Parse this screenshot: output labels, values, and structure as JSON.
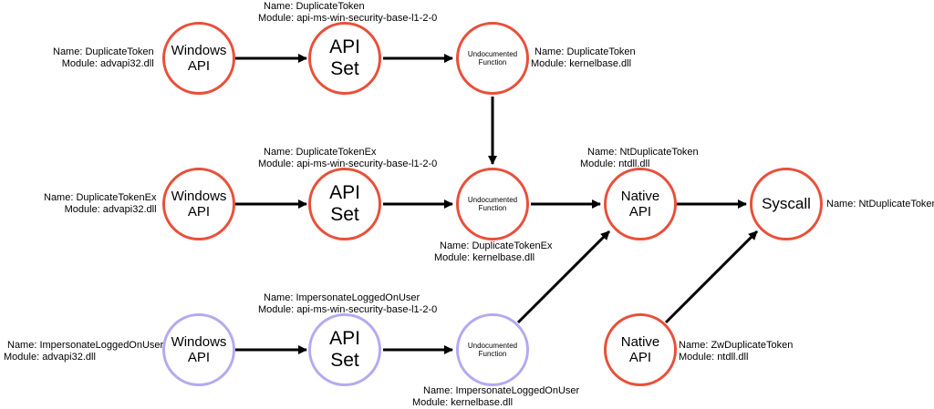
{
  "colors": {
    "red": "#e8503a",
    "purple": "#b4aaf0",
    "arrow": "#000000"
  },
  "nodes": {
    "win1": {
      "label": "Windows\nAPI"
    },
    "set1": {
      "label": "API\nSet"
    },
    "und1": {
      "label": "Undocumented\nFunction"
    },
    "win2": {
      "label": "Windows\nAPI"
    },
    "set2": {
      "label": "API\nSet"
    },
    "und2": {
      "label": "Undocumented\nFunction"
    },
    "nat1": {
      "label": "Native\nAPI"
    },
    "sys": {
      "label": "Syscall"
    },
    "win3": {
      "label": "Windows\nAPI"
    },
    "set3": {
      "label": "API\nSet"
    },
    "und3": {
      "label": "Undocumented\nFunction"
    },
    "nat2": {
      "label": "Native\nAPI"
    }
  },
  "labels": {
    "win1": {
      "name": "Name: DuplicateToken",
      "module": "Module: advapi32.dll"
    },
    "set1": {
      "name": "Name: DuplicateToken",
      "module": "Module: api-ms-win-security-base-l1-2-0"
    },
    "und1": {
      "name": "Name: DuplicateToken",
      "module": "Module: kernelbase.dll"
    },
    "win2": {
      "name": "Name: DuplicateTokenEx",
      "module": "Module: advapi32.dll"
    },
    "set2": {
      "name": "Name: DuplicateTokenEx",
      "module": "Module: api-ms-win-security-base-l1-2-0"
    },
    "und2": {
      "name": "Name: DuplicateTokenEx",
      "module": "Module: kernelbase.dll"
    },
    "nat1": {
      "name": "Name: NtDuplicateToken",
      "module": "Module: ntdll.dll"
    },
    "sys": {
      "name": "Name: NtDuplicateToken"
    },
    "win3": {
      "name": "Name: ImpersonateLoggedOnUser",
      "module": "Module: advapi32.dll"
    },
    "set3": {
      "name": "Name: ImpersonateLoggedOnUser",
      "module": "Module: api-ms-win-security-base-l1-2-0"
    },
    "und3": {
      "name": "Name: ImpersonateLoggedOnUser",
      "module": "Module: kernelbase.dll"
    },
    "nat2": {
      "name": "Name: ZwDuplicateToken",
      "module": "Module: ntdll.dll"
    }
  }
}
